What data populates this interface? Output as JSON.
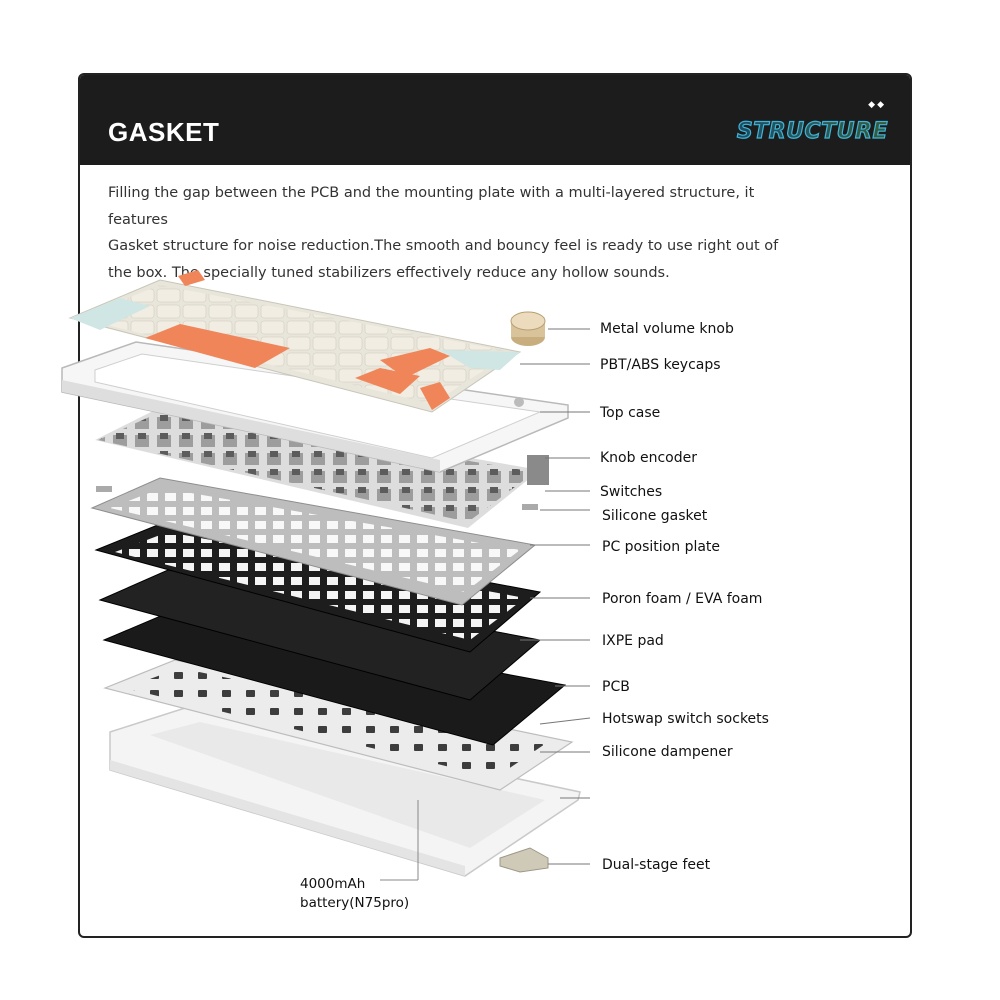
{
  "header": {
    "title": "GASKET",
    "badge": "STRUCTURE",
    "dots": "◆◆"
  },
  "description": {
    "line1": "Filling the gap between the PCB and the mounting plate with a multi-layered structure, it features",
    "line2": "Gasket structure for noise reduction.The smooth and bouncy feel is ready to use right out of",
    "line3": "the box. The specially tuned stabilizers effectively reduce any hollow sounds."
  },
  "labels": {
    "knob": "Metal volume knob",
    "keycaps": "PBT/ABS keycaps",
    "top_case": "Top case",
    "encoder": "Knob encoder",
    "switches": "Switches",
    "gasket": "Silicone gasket",
    "plate": "PC position plate",
    "foam": "Poron foam / EVA foam",
    "ixpe": "IXPE pad",
    "pcb": "PCB",
    "sockets": "Hotswap switch sockets",
    "dampener": "Silicone dampener",
    "feet": "Dual-stage feet"
  },
  "battery": {
    "line1": "4000mAh",
    "line2": "battery(N75pro)"
  },
  "colors": {
    "header_bg": "#1c1c1c",
    "keycap_orange": "#f0855a",
    "keycap_mint": "#cfe6e4",
    "keycap_cream": "#f1ede2",
    "knob": "#d9c39a"
  }
}
